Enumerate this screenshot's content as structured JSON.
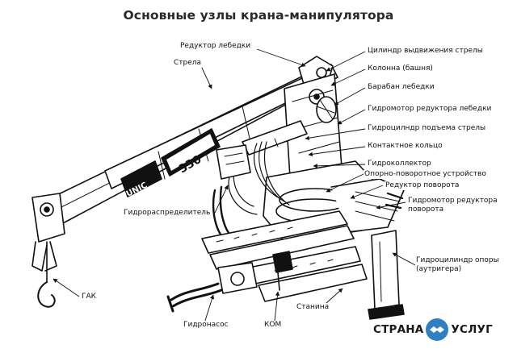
{
  "title": "Основные узлы крана-манипулятора",
  "boom_badge": "UNIC",
  "boom_model": "330",
  "labels": {
    "winch_reducer": "Редуктор лебедки",
    "boom": "Стрела",
    "boom_ext_cylinder": "Цилиндр выдвижения стрелы",
    "column": "Колонна (башня)",
    "winch_drum": "Барабан лебедки",
    "winch_motor": "Гидромотор редуктора лебедки",
    "lift_cylinder": "Гидроцилндр подъема стрелы",
    "slip_ring": "Контактное кольцо",
    "hydro_collector": "Гидроколлектор",
    "slew_bearing": "Опорно-поворотное устройство",
    "slew_reducer": "Редуктор поворота",
    "slew_motor": "Гидромотор редуктора поворота",
    "distributor": "Гидрораспределитель",
    "outrigger_cylinder": "Гидроцилиндр опоры (аутригера)",
    "hook": "ГАК",
    "frame": "Станина",
    "pump": "Гидронасос",
    "pto": "КОМ"
  },
  "brand": {
    "left": "СТРАНА",
    "right": "УСЛУГ",
    "accent": "#2f7fc1"
  }
}
